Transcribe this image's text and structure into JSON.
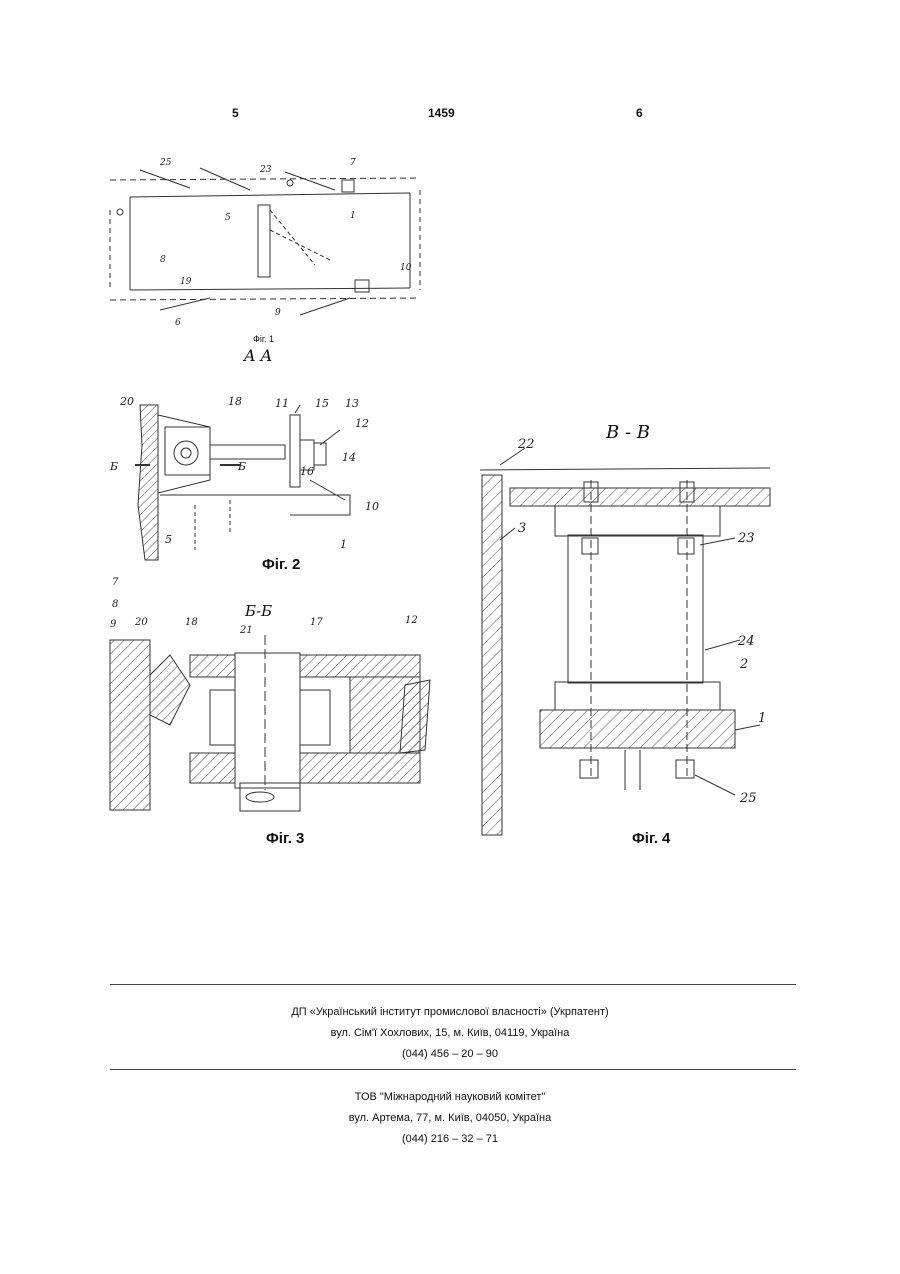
{
  "header": {
    "page_left": "5",
    "patent_number": "1459",
    "page_right": "6"
  },
  "figures": {
    "fig1": {
      "caption": "Фіг. 1",
      "section_label": "A A"
    },
    "fig2": {
      "caption": "Фіг. 2",
      "labels": [
        "20",
        "18",
        "11",
        "15",
        "13",
        "12",
        "14",
        "16",
        "10",
        "1",
        "5",
        "Б",
        "Б"
      ]
    },
    "fig3": {
      "caption": "Фіг. 3",
      "section_label": "Б-Б",
      "labels": [
        "7",
        "8",
        "9",
        "20",
        "18",
        "21",
        "17",
        "12"
      ]
    },
    "fig4": {
      "caption": "Фіг. 4",
      "section_label": "B - B",
      "labels": [
        "22",
        "3",
        "23",
        "24",
        "2",
        "1",
        "25"
      ]
    }
  },
  "footer": {
    "publisher": {
      "name": "ДП «Український інститут промислової власності» (Укрпатент)",
      "address": "вул. Сім'ї Хохлових, 15, м. Київ, 04119, Україна",
      "phone": "(044) 456 – 20 – 90"
    },
    "printer": {
      "name": "ТОВ \"Міжнародний науковий комітет\"",
      "address": "вул. Артема, 77, м. Київ, 04050, Україна",
      "phone": "(044) 216 – 32 – 71"
    }
  }
}
